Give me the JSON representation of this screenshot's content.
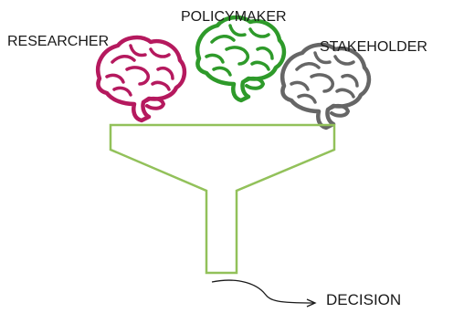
{
  "labels": {
    "researcher": "RESEARCHER",
    "policymaker": "POLICYMAKER",
    "stakeholder": "STAKEHOLDER",
    "decision": "DECISION"
  },
  "icons": {
    "researcher": "brain-icon",
    "policymaker": "brain-icon",
    "stakeholder": "brain-icon",
    "funnel": "funnel-icon",
    "arrow": "curved-arrow-icon"
  },
  "colors": {
    "researcher_brain": "#b5195e",
    "policymaker_brain": "#2e9a2a",
    "stakeholder_brain": "#666666",
    "funnel": "#92c15a",
    "arrow": "#1a1a1a"
  }
}
